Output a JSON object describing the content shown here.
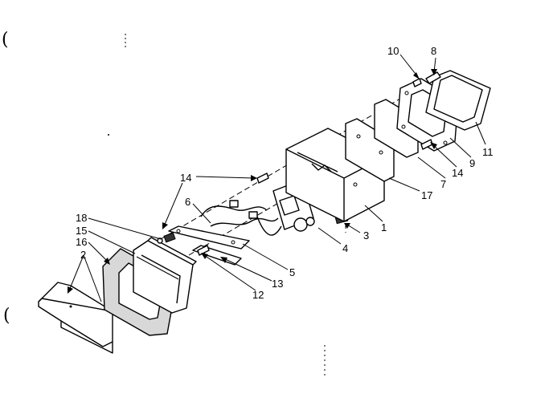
{
  "callouts": {
    "c1": "1",
    "c2": "2",
    "c3": "3",
    "c4": "4",
    "c5": "5",
    "c6": "6",
    "c7": "7",
    "c8": "8",
    "c9": "9",
    "c10": "10",
    "c11": "11",
    "c12": "12",
    "c13": "13",
    "c14a": "14",
    "c14b": "14",
    "c15": "15",
    "c16": "16",
    "c17": "17",
    "c18": "18"
  },
  "margin_marks": {
    "top_left": "(",
    "bottom_left": "("
  }
}
